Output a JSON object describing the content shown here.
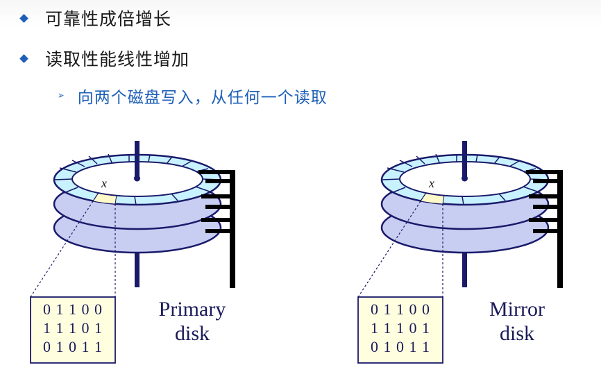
{
  "bullets": [
    {
      "icon": "diamond-bullet-icon",
      "text": "可靠性成倍增长"
    },
    {
      "icon": "diamond-bullet-icon",
      "text": "读取性能线性增加"
    }
  ],
  "sub_bullet": {
    "icon": "arrow-bullet-icon",
    "text": "向两个磁盘写入，从任何一个读取"
  },
  "primary": {
    "block_label": "x",
    "bits": [
      "0 1 1 0 0",
      "1 1 1 0 1",
      "0 1 0 1 1"
    ],
    "caption_line1": "Primary",
    "caption_line2": "disk"
  },
  "mirror": {
    "block_label": "x",
    "bits": [
      "0 1 1 0 0",
      "1 1 1 0 1",
      "0 1 0 1 1"
    ],
    "caption_line1": "Mirror",
    "caption_line2": "disk"
  },
  "colors": {
    "bullet": "#1d5fb8",
    "platter_fill": "#c8cdf2",
    "track_fill": "#c8f2ff",
    "highlight_sector": "#fffbc8",
    "bits_box": "#ffffe0",
    "caption": "#1a1a5a"
  }
}
